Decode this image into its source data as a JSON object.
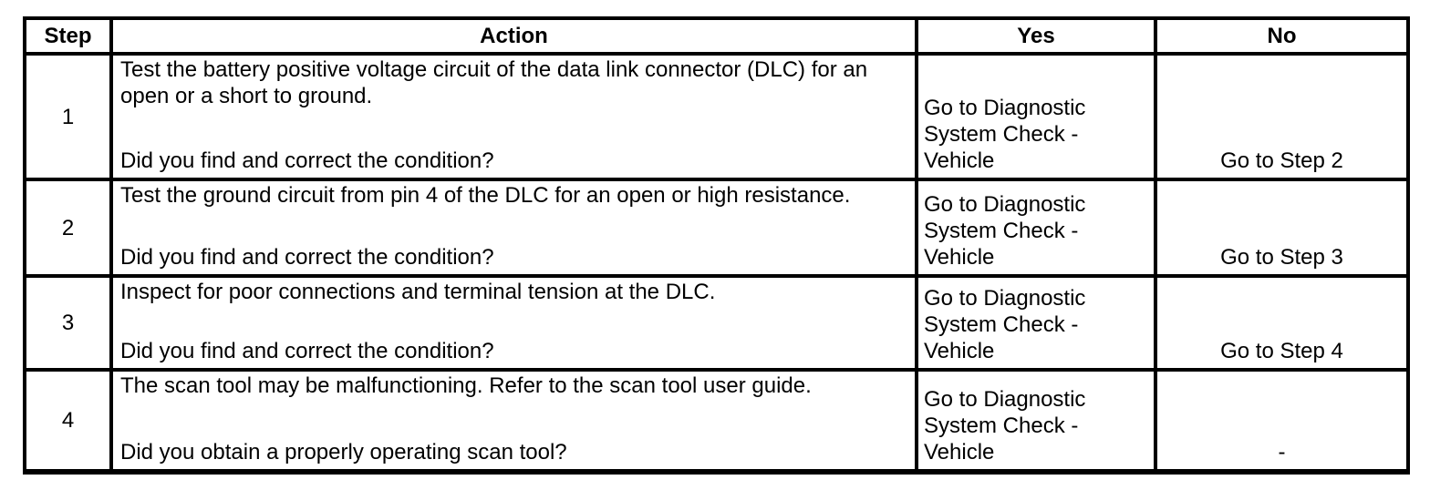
{
  "colors": {
    "background": "#ffffff",
    "border": "#000000",
    "text": "#000000"
  },
  "table": {
    "headers": [
      "Step",
      "Action",
      "Yes",
      "No"
    ],
    "rows": [
      {
        "step": "1",
        "action_main": "Test the battery positive voltage circuit of the data link connector (DLC) for an open or a short to ground.",
        "action_question": "Did you find and correct the condition?",
        "yes": "Go to Diagnostic System Check - Vehicle",
        "no": "Go to Step 2"
      },
      {
        "step": "2",
        "action_main": "Test the ground circuit from pin 4 of the DLC for an open or high resistance.",
        "action_question": "Did you find and correct the condition?",
        "yes": "Go to Diagnostic System Check - Vehicle",
        "no": "Go to Step 3"
      },
      {
        "step": "3",
        "action_main": "Inspect for poor connections and terminal tension at the DLC.",
        "action_question": "Did you find and correct the condition?",
        "yes": "Go to Diagnostic System Check - Vehicle",
        "no": "Go to Step 4"
      },
      {
        "step": "4",
        "action_main": "The scan tool may be malfunctioning. Refer to the scan tool user guide.",
        "action_question": "Did you obtain a properly operating scan tool?",
        "yes": "Go to Diagnostic System Check - Vehicle",
        "no": "-"
      }
    ]
  }
}
